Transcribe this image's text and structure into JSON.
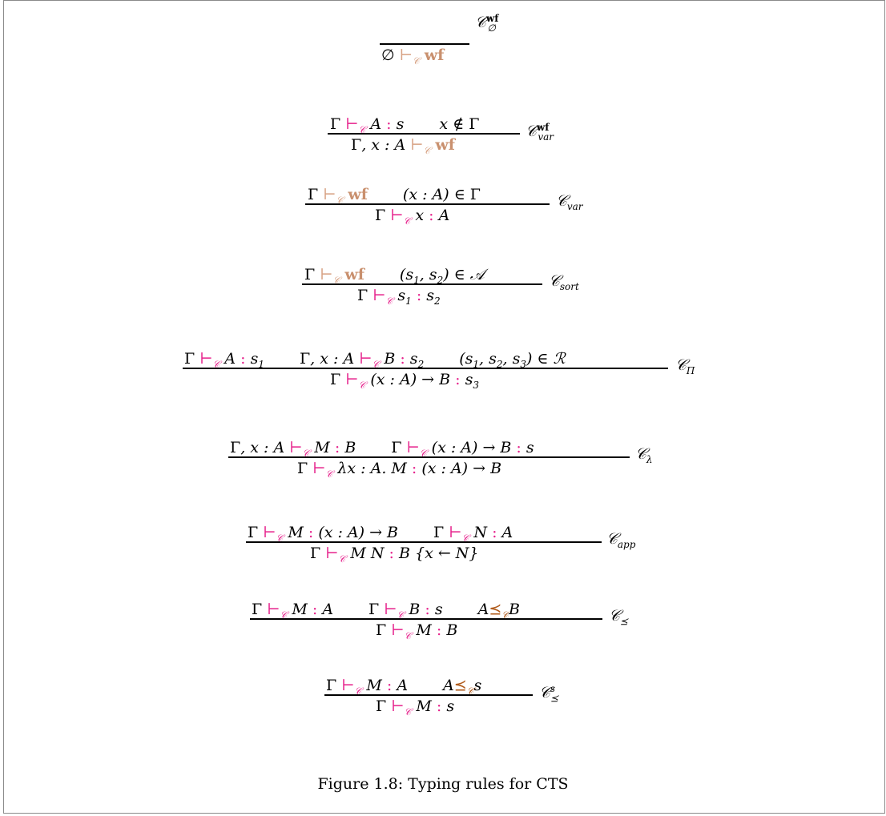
{
  "figure": {
    "caption": "Figure 1.8: Typing rules for CTS"
  },
  "rules": [
    {
      "label": "𝒞∅wf",
      "premises": [],
      "conclusion": "∅ ⊢𝒞 wf"
    },
    {
      "label": "𝒞var wf",
      "premises": [
        "Γ ⊢𝒞 A : s",
        "x ∉ Γ"
      ],
      "conclusion": "Γ, x : A ⊢𝒞 wf"
    },
    {
      "label": "𝒞var",
      "premises": [
        "Γ ⊢𝒞 wf",
        "(x : A) ∈ Γ"
      ],
      "conclusion": "Γ ⊢𝒞 x : A"
    },
    {
      "label": "𝒞sort",
      "premises": [
        "Γ ⊢𝒞 wf",
        "(s1, s2) ∈ 𝒜"
      ],
      "conclusion": "Γ ⊢𝒞 s1 : s2"
    },
    {
      "label": "𝒞Π",
      "premises": [
        "Γ ⊢𝒞 A : s1",
        "Γ, x : A ⊢𝒞 B : s2",
        "(s1, s2, s3) ∈ ℛ"
      ],
      "conclusion": "Γ ⊢𝒞 (x : A) → B : s3"
    },
    {
      "label": "𝒞λ",
      "premises": [
        "Γ, x : A ⊢𝒞 M : B",
        "Γ ⊢𝒞 (x : A) → B : s"
      ],
      "conclusion": "Γ ⊢𝒞 λx : A. M : (x : A) → B"
    },
    {
      "label": "𝒞app",
      "premises": [
        "Γ ⊢𝒞 M : (x : A) → B",
        "Γ ⊢𝒞 N : A"
      ],
      "conclusion": "Γ ⊢𝒞 M N : B {x ← N}"
    },
    {
      "label": "𝒞⪯",
      "premises": [
        "Γ ⊢𝒞 M : A",
        "Γ ⊢𝒞 B : s",
        "A ⪯𝒞 B"
      ],
      "conclusion": "Γ ⊢𝒞 M : B"
    },
    {
      "label": "𝒞⪯s",
      "premises": [
        "Γ ⊢𝒞 M : A",
        "A ⪯𝒞 s"
      ],
      "conclusion": "Γ ⊢𝒞 M : s"
    }
  ],
  "colors": {
    "turnstile": "#e6228c",
    "wf": "#c9906e",
    "preceq": "#b05a1a"
  }
}
